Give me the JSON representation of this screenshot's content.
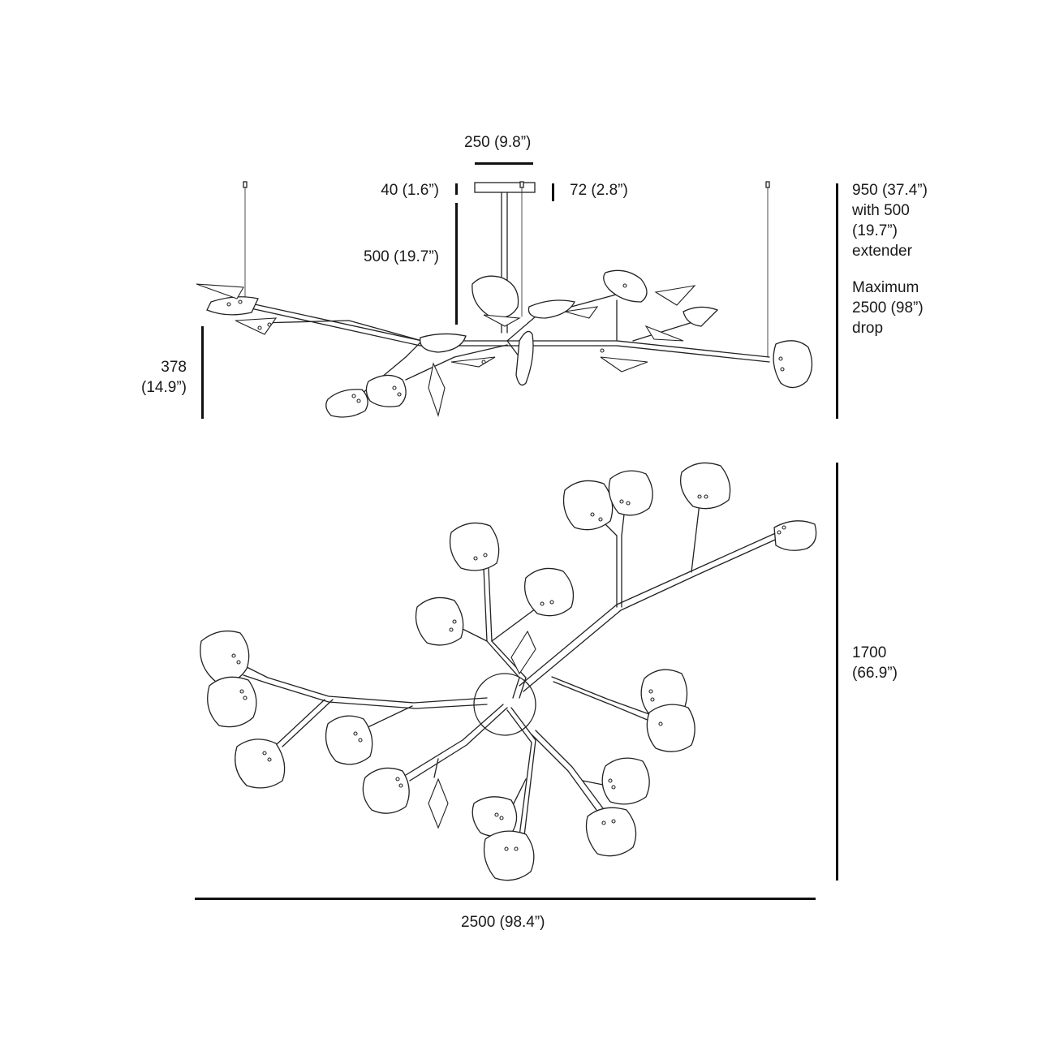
{
  "dimensions": {
    "canopy_width": "250 (9.8”)",
    "canopy_height": "40 (1.6”)",
    "canopy_depth": "72 (2.8”)",
    "stem_length": "500 (19.7”)",
    "body_height_line1": "378",
    "body_height_line2": "(14.9”)",
    "overall_drop": [
      "950 (37.4”)",
      "with 500",
      "(19.7”)",
      "extender"
    ],
    "maximum_drop": [
      "Maximum",
      "2500 (98”)",
      "drop"
    ],
    "plan_depth_line1": "1700",
    "plan_depth_line2": "(66.9”)",
    "plan_width": "2500 (98.4”)"
  },
  "colors": {
    "line": "#222222",
    "dimension_bar": "#111111",
    "background": "#ffffff"
  }
}
